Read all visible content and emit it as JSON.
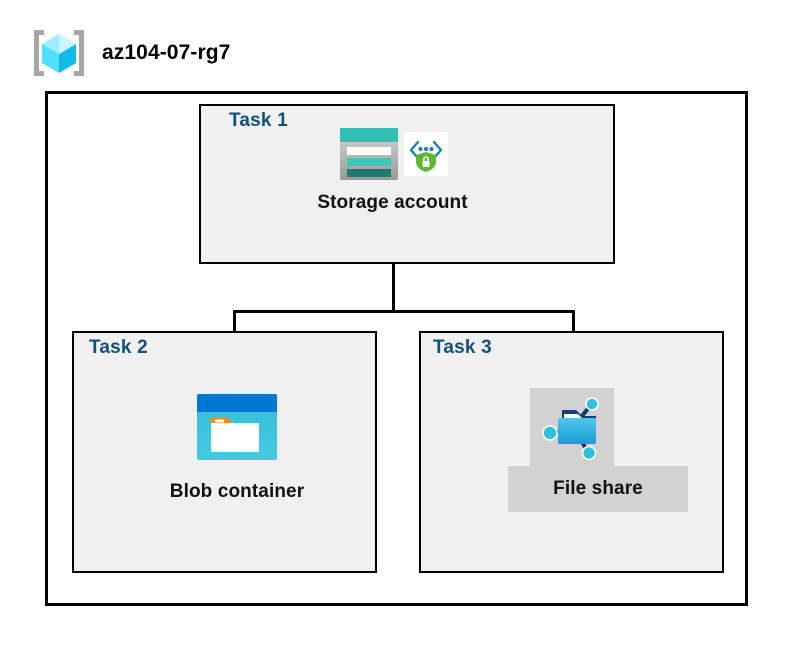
{
  "header": {
    "title": "az104-07-rg7",
    "icon": "resource-group-icon"
  },
  "diagram": {
    "type": "azure-architecture-diagram",
    "container_label": "",
    "colors": {
      "task_label": "#12507d",
      "box_fill": "#f0f0f0",
      "box_border": "#000000",
      "plate_fill": "#d2d2d2",
      "storage_teal": "#31b6ad",
      "blob_blue": "#0078d4",
      "fileshare_blue": "#32bedd",
      "shield_green": "#5cb731"
    },
    "tasks": [
      {
        "label": "Task 1",
        "node_caption": "Storage account",
        "icons": [
          "storage-account-icon",
          "secure-connection-shield-icon"
        ],
        "highlighted": false
      },
      {
        "label": "Task 2",
        "node_caption": "Blob container",
        "icons": [
          "blob-container-icon"
        ],
        "highlighted": false
      },
      {
        "label": "Task 3",
        "node_caption": "File share",
        "icons": [
          "file-share-icon"
        ],
        "highlighted": true
      }
    ],
    "connections": [
      {
        "from": "Storage account",
        "to": "Blob container"
      },
      {
        "from": "Storage account",
        "to": "File share"
      }
    ]
  }
}
